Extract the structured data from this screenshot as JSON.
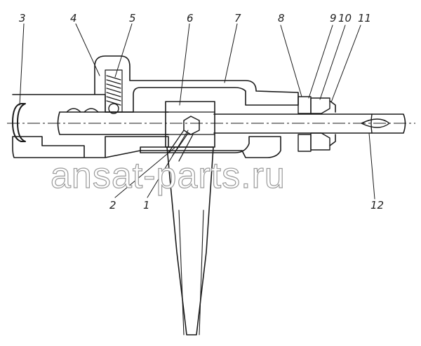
{
  "callouts": {
    "c1": "1",
    "c2": "2",
    "c3": "3",
    "c4": "4",
    "c5": "5",
    "c6": "6",
    "c7": "7",
    "c8": "8",
    "c9": "9",
    "c10": "10",
    "c11": "11",
    "c12": "12"
  },
  "watermark": "ansat-parts.ru",
  "colors": {
    "ink": "#1a1a1a",
    "hatch": "#333333",
    "background": "#ffffff",
    "watermark_outline": "#9a9a9a"
  }
}
